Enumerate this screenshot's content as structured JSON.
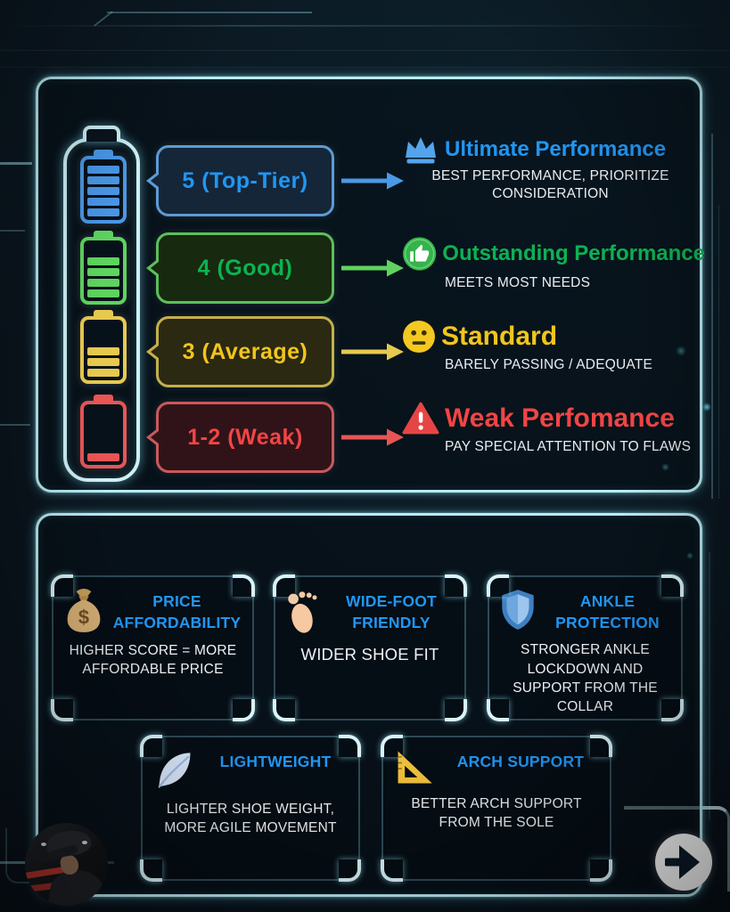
{
  "theme": {
    "background": "#0a141d",
    "panel_border": "#b9ecf4",
    "card_title_color": "#2196f3",
    "body_text_color": "#e9eef2"
  },
  "legend": {
    "items": [
      {
        "score_label": "5 (Top-Tier)",
        "title": "Ultimate Performance",
        "description": "BEST PERFORMANCE, PRIORITIZE CONSIDERATION",
        "icon": "crown-icon",
        "title_color": "#2196f3",
        "color": "#4a98e8",
        "bubble_border": "#5b9bd5",
        "bubble_bg": "#152639",
        "battery_segments": 5
      },
      {
        "score_label": "4 (Good)",
        "title": "Outstanding Performance",
        "description": "MEETS MOST NEEDS",
        "icon": "thumbs-up-icon",
        "title_color": "#0cb252",
        "color": "#5ed45e",
        "bubble_border": "#5dbf5a",
        "bubble_bg": "#17290f",
        "battery_segments": 4
      },
      {
        "score_label": "3 (Average)",
        "title": "Standard",
        "description": "BARELY PASSING / ADEQUATE",
        "icon": "neutral-face-icon",
        "title_color": "#f2c51d",
        "color": "#e6c94f",
        "bubble_border": "#c4b04a",
        "bubble_bg": "#2b2912",
        "battery_segments": 3
      },
      {
        "score_label": "1-2 (Weak)",
        "title": "Weak Perfomance",
        "description": "PAY SPECIAL ATTENTION TO FLAWS",
        "icon": "warning-icon",
        "title_color": "#f24545",
        "color": "#e85555",
        "bubble_border": "#c9595c",
        "bubble_bg": "#301318",
        "battery_segments": 1
      }
    ]
  },
  "criteria": {
    "cards": [
      {
        "title": "PRICE AFFORDABILITY",
        "description": "HIGHER SCORE = MORE AFFORDABLE PRICE",
        "icon": "money-bag-icon"
      },
      {
        "title": "WIDE-FOOT FRIENDLY",
        "description": "WIDER SHOE FIT",
        "icon": "footprint-icon"
      },
      {
        "title": "ANKLE PROTECTION",
        "description": "STRONGER ANKLE LOCKDOWN AND SUPPORT FROM THE COLLAR",
        "icon": "shield-icon"
      },
      {
        "title": "LIGHTWEIGHT",
        "description": "LIGHTER SHOE WEIGHT, MORE AGILE MOVEMENT",
        "icon": "feather-icon"
      },
      {
        "title": "ARCH SUPPORT",
        "description": "BETTER ARCH SUPPORT FROM THE SOLE",
        "icon": "triangle-ruler-icon"
      }
    ]
  }
}
